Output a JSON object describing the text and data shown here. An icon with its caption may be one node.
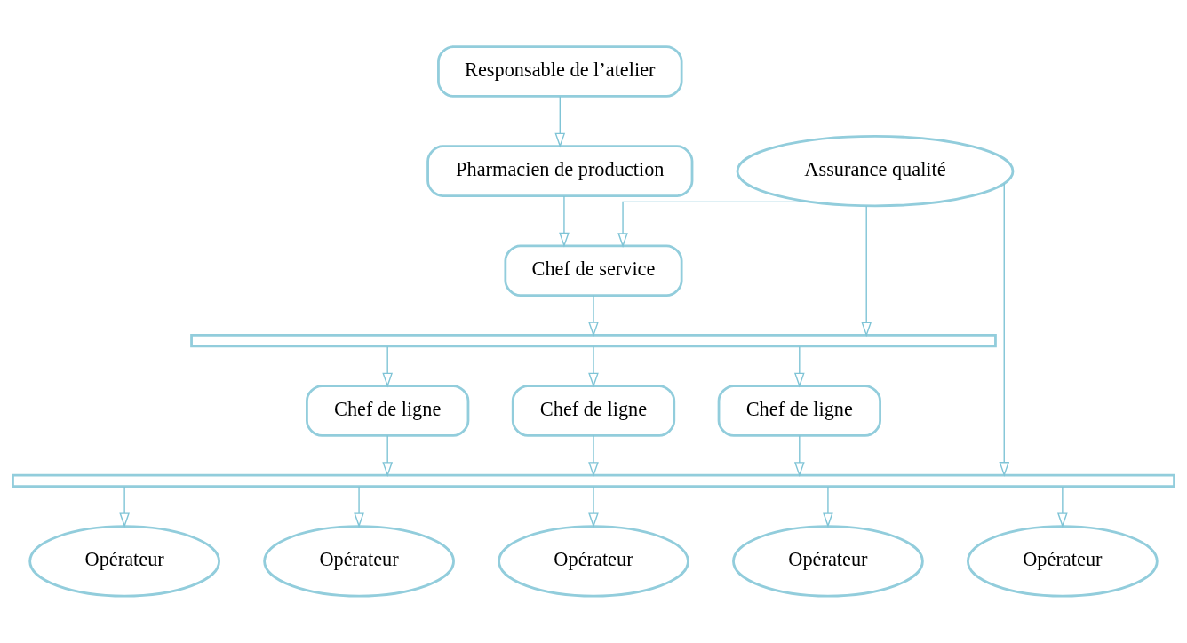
{
  "diagram": {
    "nodes": [
      {
        "text": [
          "Responsable de l’atelier"
        ]
      },
      {
        "text": [
          "Pharmacien de production"
        ]
      },
      {
        "text": [
          "Assurance qualité"
        ]
      },
      {
        "text": [
          "Chef de service"
        ]
      },
      {
        "text": [],
        "shape": "bar"
      },
      {
        "text": [
          "Chef de ligne"
        ]
      },
      {
        "text": [
          "Chef de ligne"
        ]
      },
      {
        "text": [
          "Chef de ligne"
        ]
      },
      {
        "text": [],
        "shape": "bar"
      },
      {
        "text": [
          "Opérateur"
        ]
      },
      {
        "text": [
          "Opérateur"
        ]
      },
      {
        "text": [
          "Opérateur"
        ]
      },
      {
        "text": [
          "Opérateur"
        ]
      },
      {
        "text": [
          "Opérateur"
        ]
      }
    ],
    "edges": [
      {
        "from": 0,
        "to": 1,
        "arrow": "to"
      },
      {
        "from": 1,
        "to": 3,
        "arrow": "to"
      },
      {
        "from": 2,
        "to": 3,
        "arrow": "to"
      },
      {
        "from": 2,
        "to": 4,
        "arrow": "to"
      },
      {
        "from": 2,
        "to": 8,
        "arrow": "to"
      },
      {
        "from": 3,
        "to": 4,
        "arrow": "to"
      },
      {
        "from": 4,
        "to": 5,
        "arrow": "to"
      },
      {
        "from": 4,
        "to": 6,
        "arrow": "to"
      },
      {
        "from": 4,
        "to": 7,
        "arrow": "to"
      },
      {
        "from": 5,
        "to": 8,
        "arrow": "to"
      },
      {
        "from": 6,
        "to": 8,
        "arrow": "to"
      },
      {
        "from": 7,
        "to": 8,
        "arrow": "to"
      },
      {
        "from": 8,
        "to": 9,
        "arrow": "to"
      },
      {
        "from": 8,
        "to": 10,
        "arrow": "to"
      },
      {
        "from": 8,
        "to": 11,
        "arrow": "to"
      },
      {
        "from": 8,
        "to": 12,
        "arrow": "to"
      },
      {
        "from": 8,
        "to": 13,
        "arrow": "to"
      }
    ]
  }
}
